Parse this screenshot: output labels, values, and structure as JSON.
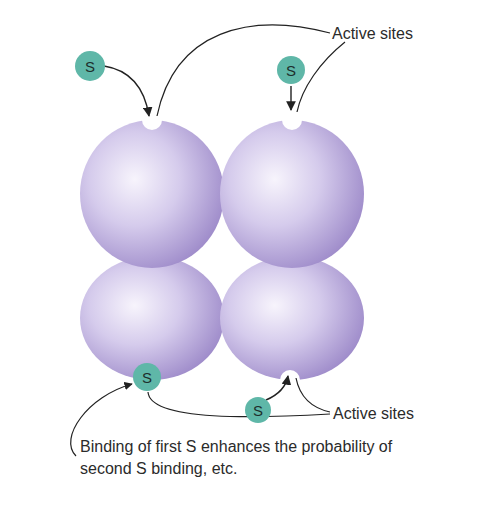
{
  "diagram": {
    "nodes": [
      {
        "text": [
          "S"
        ]
      },
      {
        "text": [
          "S"
        ]
      },
      {
        "text": [
          "S"
        ]
      },
      {
        "text": [
          "S"
        ]
      }
    ],
    "labels": [
      "Active sites",
      "Active sites",
      "Binding of first S enhances the probability of second S binding, etc."
    ]
  }
}
